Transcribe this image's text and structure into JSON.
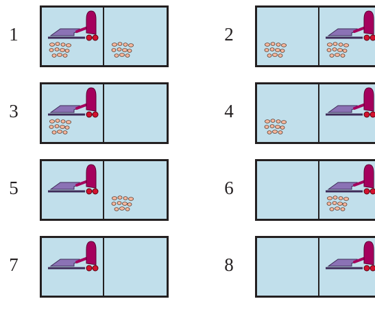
{
  "states": [
    {
      "number": "1",
      "vacuum_location": "A",
      "dirt": {
        "A": true,
        "B": true
      }
    },
    {
      "number": "2",
      "vacuum_location": "B",
      "dirt": {
        "A": true,
        "B": true
      }
    },
    {
      "number": "3",
      "vacuum_location": "A",
      "dirt": {
        "A": true,
        "B": false
      }
    },
    {
      "number": "4",
      "vacuum_location": "B",
      "dirt": {
        "A": true,
        "B": false
      }
    },
    {
      "number": "5",
      "vacuum_location": "A",
      "dirt": {
        "A": false,
        "B": true
      }
    },
    {
      "number": "6",
      "vacuum_location": "B",
      "dirt": {
        "A": false,
        "B": true
      }
    },
    {
      "number": "7",
      "vacuum_location": "A",
      "dirt": {
        "A": false,
        "B": false
      }
    },
    {
      "number": "8",
      "vacuum_location": "B",
      "dirt": {
        "A": false,
        "B": false
      }
    }
  ],
  "colors": {
    "room_fill": "#c1dfeb",
    "border": "#231f20",
    "vacuum_body": "#a5005d",
    "vacuum_wheels": "#d2122e",
    "vacuum_head": "#8b72b5",
    "dirt_fill": "#f6b79d",
    "dirt_stroke": "#5b3a2c"
  }
}
